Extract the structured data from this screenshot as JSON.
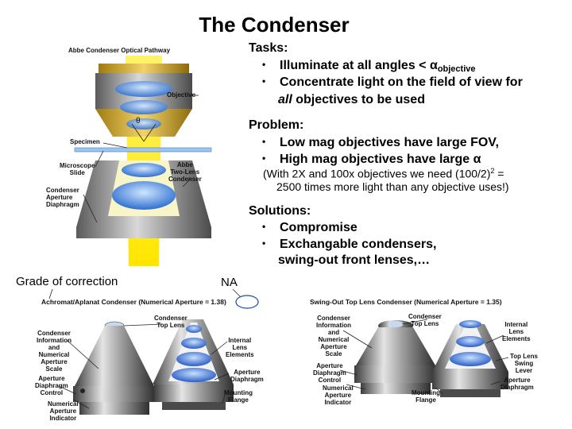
{
  "title": "The Condenser",
  "tasks": {
    "heading": "Tasks:",
    "item1_prefix": "Illuminate at all angles <",
    "item1_symbol": "α",
    "item1_sub": "objective",
    "item2_line1": "Concentrate light on the field of view for",
    "item2_em": "all",
    "item2_rest": "objectives to be used"
  },
  "problem": {
    "heading": "Problem:",
    "item1": "Low mag objectives have large FOV,",
    "item2_prefix": "High mag objectives have large",
    "item2_symbol": "α",
    "note_line1_a": "(With 2X and 100x objectives we need (100/2)",
    "note_line1_sup": "2",
    "note_line1_b": " =",
    "note_line2": "2500 times more light than any objective uses!)"
  },
  "solutions": {
    "heading": "Solutions:",
    "item1": "Compromise",
    "item2_line1": "Exchangable condensers,",
    "item2_line2": "swing-out front lenses,…"
  },
  "captions": {
    "grade": "Grade of correction",
    "na": "NA"
  },
  "figure_abbe": {
    "title": "Abbe Condenser Optical Pathway",
    "objective": "Objective",
    "theta": "θ",
    "specimen": "Specimen",
    "slide_1": "Microscope",
    "slide_2": "Slide",
    "abbe_1": "Abbe",
    "abbe_2": "Two-Lens",
    "abbe_3": "Condenser",
    "diaphragm_1": "Condenser",
    "diaphragm_2": "Aperture",
    "diaphragm_3": "Diaphragm"
  },
  "figure_achromat": {
    "title_a": "Achromat/Aplanat Condenser (Numerical Aperture = ",
    "title_na": "1.38",
    "title_b": ")",
    "top_lens_1": "Condenser",
    "top_lens_2": "Top Lens",
    "info_1": "Condenser",
    "info_2": "Information",
    "info_3": "and",
    "info_4": "Numerical",
    "info_5": "Aperture",
    "info_6": "Scale",
    "apc_1": "Aperture",
    "apc_2": "Diaphragm",
    "apc_3": "Control",
    "nai_1": "Numerical",
    "nai_2": "Aperture",
    "nai_3": "Indicator",
    "internal_1": "Internal",
    "internal_2": "Lens",
    "internal_3": "Elements",
    "apd_1": "Aperture",
    "apd_2": "Diaphragm",
    "flange_1": "Mounting",
    "flange_2": "Flange"
  },
  "figure_swing": {
    "title": "Swing-Out Top Lens Condenser (Numerical Aperture = 1.35)",
    "top_lens_1": "Condenser",
    "top_lens_2": "Top Lens",
    "info_1": "Condenser",
    "info_2": "Information",
    "info_3": "and",
    "info_4": "Numerical",
    "info_5": "Aperture",
    "info_6": "Scale",
    "apc_1": "Aperture",
    "apc_2": "Diaphragm",
    "apc_3": "Control",
    "nai_1": "Numerical",
    "nai_2": "Aperture",
    "nai_3": "Indicator",
    "internal_1": "Internal",
    "internal_2": "Lens",
    "internal_3": "Elements",
    "swing_1": "Top Lens",
    "swing_2": "Swing",
    "swing_3": "Lever",
    "apd_1": "Aperture",
    "apd_2": "Diaphragm",
    "flange_1": "Mounting",
    "flange_2": "Flange"
  }
}
